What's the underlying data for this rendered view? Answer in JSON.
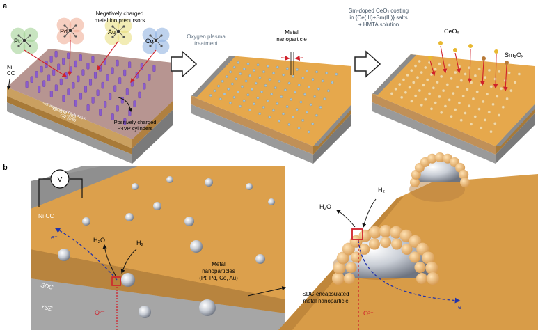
{
  "panel_a": {
    "label": "a",
    "precursors_title": "Negatively charged\nmetal ion precursors",
    "precursors": [
      {
        "name": "Pt",
        "color": "#9ccf8e"
      },
      {
        "name": "Pd",
        "color": "#f0a890"
      },
      {
        "name": "Au",
        "color": "#e8dd7a"
      },
      {
        "name": "Co",
        "color": "#8aaee0"
      }
    ],
    "ni_cc": "Ni\nCC",
    "layer_ps": "Self-assembled PS-b-P4VP",
    "layer_sdc": "Epi-SDC (100)",
    "layer_ysz": "YSZ (100)",
    "cylinders_caption": "Positively charged\nP4VP cylinders",
    "step1": "Oxygen plasma\ntreatment",
    "metal_np": "Metal\nnanoparticle",
    "step2": "Sm-doped CeOₓ coating\nin {Ce(III)+Sm(III)} salts\n+ HMTA solution",
    "ceox": "CeOₓ",
    "sm2o3": "Sm₂Oₓ"
  },
  "panel_b": {
    "label": "b",
    "voltmeter": "V",
    "ni_cc": "Ni CC",
    "sdc": "SDC",
    "ysz": "YSZ",
    "electron": "e⁻",
    "h2o": "H₂O",
    "h2": "H₂",
    "oxygen_ion": "O²⁻",
    "np_caption": "Metal\nnanoparticles\n(Pt, Pd, Co, Au)",
    "encap_caption": "SDC-encapsulated\nmetal nanoparticle"
  },
  "colors": {
    "surface_gold": "#e0a44a",
    "gray_cc": "#8a8a8a",
    "arrow_red": "#d0202a",
    "electron_blue": "#2233aa",
    "polymer_purple": "#8a5ccc"
  }
}
